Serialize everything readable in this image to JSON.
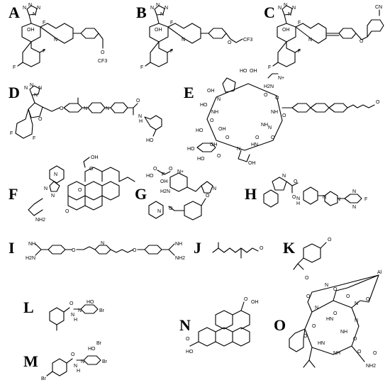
{
  "panels": [
    {
      "letter": "A",
      "atoms": [
        "N",
        "N",
        "N",
        "N",
        "OH",
        "F",
        "F",
        "F",
        "N",
        "O",
        "CF3"
      ]
    },
    {
      "letter": "B",
      "atoms": [
        "N",
        "N",
        "N",
        "N",
        "OH",
        "F",
        "F",
        "F",
        "N",
        "O",
        "CF3"
      ]
    },
    {
      "letter": "C",
      "atoms": [
        "N",
        "N",
        "N",
        "N",
        "OH",
        "F",
        "F",
        "F",
        "N",
        "O",
        "CN"
      ]
    },
    {
      "letter": "D",
      "atoms": [
        "N",
        "N",
        "N",
        "N",
        "O",
        "F",
        "F",
        "O",
        "N",
        "N",
        "O",
        "N",
        "H",
        "HO"
      ]
    },
    {
      "letter": "E",
      "atoms": [
        "HO",
        "OH",
        "H2N",
        "N+",
        "O",
        "O",
        "OH",
        "O",
        "HO",
        "N",
        "N",
        "NH",
        "NH",
        "O",
        "OH",
        "HO",
        "O",
        "O",
        "NH",
        "HO",
        "OH",
        "N",
        "HN",
        "O",
        "HO",
        "O",
        "OH",
        "O"
      ]
    },
    {
      "letter": "F",
      "atoms": [
        "N",
        "N",
        "N",
        "O",
        "O",
        "OH",
        "NH2",
        "O"
      ]
    },
    {
      "letter": "G",
      "atoms": [
        "O",
        "P",
        "O",
        "HO",
        "OH",
        "N+",
        "H2N",
        "N",
        "O",
        "N",
        "O"
      ]
    },
    {
      "letter": "H",
      "atoms": [
        "N",
        "O",
        "O",
        "N",
        "H",
        "N",
        "N",
        "N",
        "N",
        "F"
      ]
    },
    {
      "letter": "I",
      "atoms": [
        "NH",
        "H2N",
        "O",
        "N",
        "O",
        "NH",
        "NH2"
      ]
    },
    {
      "letter": "J",
      "atoms": [
        "O"
      ]
    },
    {
      "letter": "K",
      "atoms": [
        "O"
      ]
    },
    {
      "letter": "L",
      "atoms": [
        "O",
        "N",
        "N",
        "H",
        "HO",
        "Br"
      ]
    },
    {
      "letter": "M",
      "atoms": [
        "O",
        "N",
        "N",
        "H",
        "HO",
        "Br",
        "Br",
        "Br"
      ]
    },
    {
      "letter": "N",
      "atoms": [
        "O",
        "OH",
        "O",
        "HO"
      ]
    },
    {
      "letter": "O",
      "atoms": [
        "O",
        "N",
        "O",
        "O",
        "N",
        "O",
        "Al",
        "O",
        "N",
        "HN",
        "O",
        "O",
        "NH",
        "N",
        "HN",
        "O",
        "O",
        "NH",
        "O",
        "NH2",
        "O"
      ]
    }
  ]
}
